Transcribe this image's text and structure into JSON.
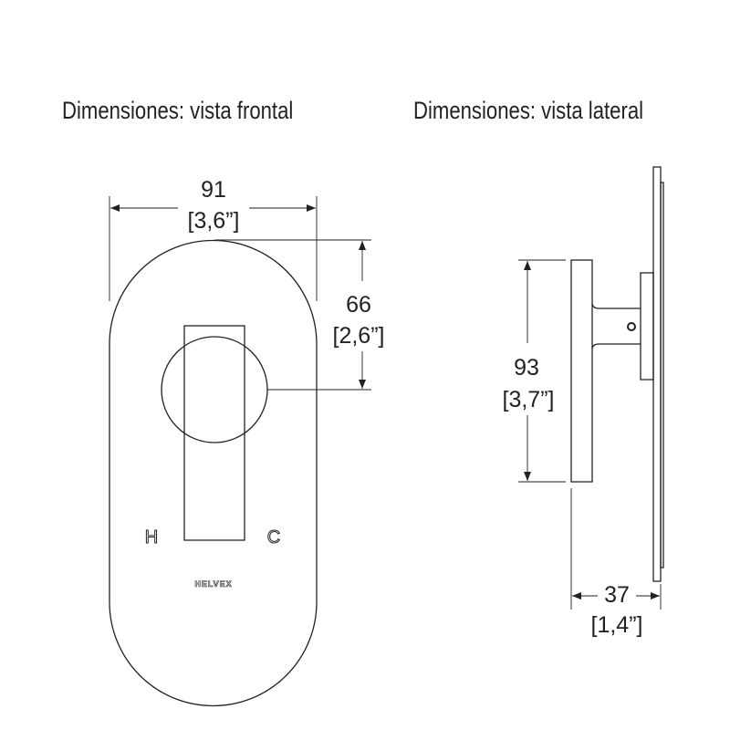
{
  "titles": {
    "front": "Dimensiones: vista frontal",
    "side": "Dimensiones: vista lateral"
  },
  "front": {
    "width_mm": "91",
    "width_in": "[3,6”]",
    "height_mm": "66",
    "height_in": "[2,6”]",
    "hot_label": "H",
    "cold_label": "C",
    "brand": "HELVEX"
  },
  "side": {
    "height_mm": "93",
    "height_in": "[3,7”]",
    "depth_mm": "37",
    "depth_in": "[1,4”]"
  }
}
